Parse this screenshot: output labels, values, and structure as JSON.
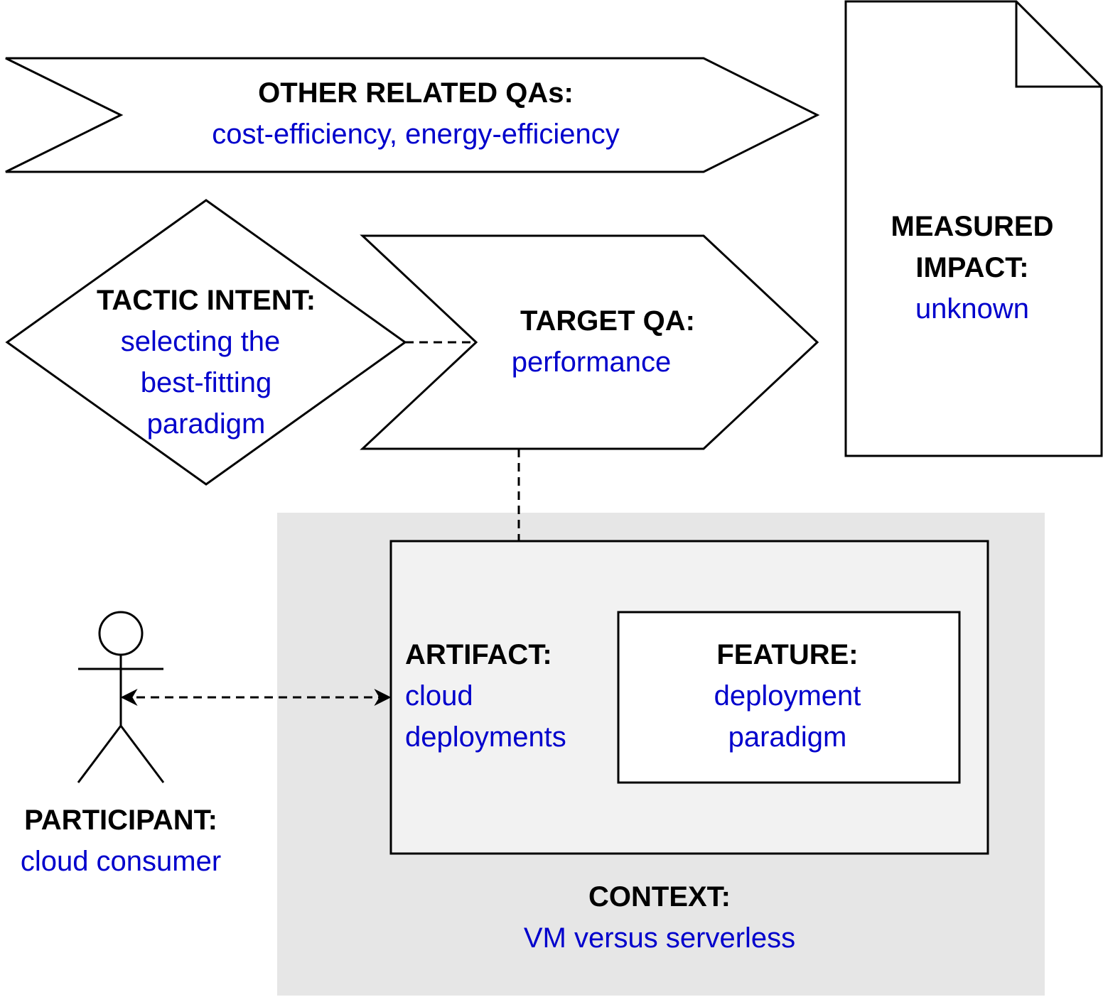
{
  "colors": {
    "label": "#000000",
    "value": "#0000cc",
    "stroke": "#000000",
    "context_fill": "#e6e6e6",
    "artifact_fill": "#f2f2f2",
    "shape_fill": "#ffffff"
  },
  "other_qas": {
    "label": "OTHER RELATED QAs:",
    "value": "cost-efficiency, energy-efficiency"
  },
  "measured_impact": {
    "label_line1": "MEASURED",
    "label_line2": "IMPACT:",
    "value": "unknown"
  },
  "tactic_intent": {
    "label": "TACTIC INTENT:",
    "value_line1": "selecting the",
    "value_line2": "best-fitting",
    "value_line3": "paradigm"
  },
  "target_qa": {
    "label": "TARGET QA:",
    "value": "performance"
  },
  "artifact": {
    "label": "ARTIFACT:",
    "value_line1": "cloud",
    "value_line2": "deployments"
  },
  "feature": {
    "label": "FEATURE:",
    "value_line1": "deployment",
    "value_line2": "paradigm"
  },
  "participant": {
    "label": "PARTICIPANT:",
    "value": "cloud consumer",
    "icon": "stick-figure-icon"
  },
  "context": {
    "label": "CONTEXT:",
    "value": "VM versus serverless"
  }
}
